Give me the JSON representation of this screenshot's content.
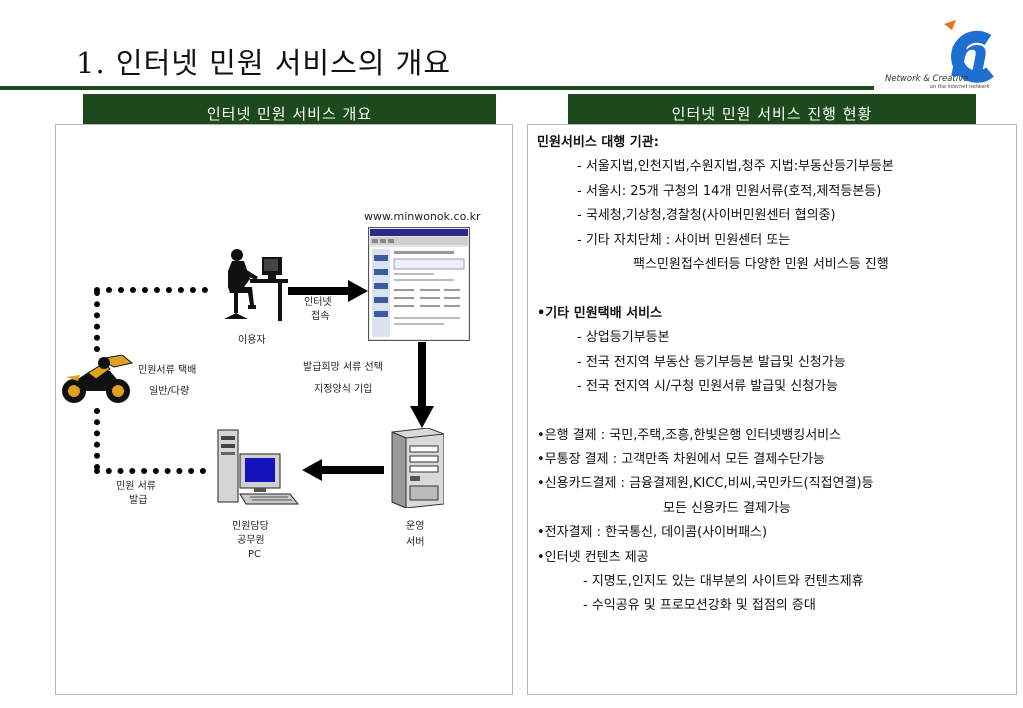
{
  "title": "1. 인터넷  민원 서비스의 개요",
  "logo": {
    "tagline": "Network & Creative",
    "subline": "on the internet network",
    "icon": "nc-logo"
  },
  "left": {
    "header": "인터넷 민원 서비스 개요",
    "url": "www.minwonok.co.kr",
    "labels": {
      "user": "이용자",
      "access_1": "인터넷",
      "access_2": "접속",
      "select_1": "발급희망 서류 선택",
      "select_2": "지정양식 기입",
      "courier_1": "민원서류 택배",
      "courier_2": "일반/다량",
      "issue_1": "민원 서류",
      "issue_2": "발급",
      "pc_1": "민원담당",
      "pc_2": "공무원",
      "pc_3": "PC",
      "server_1": "운영",
      "server_2": "서버"
    },
    "icons": [
      "user-at-computer-icon",
      "webpage-icon",
      "server-icon",
      "workstation-icon",
      "motorcycle-courier-icon"
    ]
  },
  "right": {
    "header": "인터넷 민원 서비스 진행 현황",
    "lines": [
      {
        "text": "민원서비스 대행 기관:",
        "style": "b"
      },
      {
        "text": "- 서울지법,인천지법,수원지법,청주 지법:부동산등기부등본",
        "style": "i1"
      },
      {
        "text": "- 서울시: 25개 구청의 14개 민원서류(호적,제적등본등)",
        "style": "i1"
      },
      {
        "text": "- 국세청,기상청,경찰청(사이버민원센터 협의중)",
        "style": "i1"
      },
      {
        "text": "- 기타 자치단체 : 사이버 민원센터 또는",
        "style": "i1"
      },
      {
        "text": "팩스민원접수센터등 다양한 민원 서비스등 진행",
        "style": "i2"
      },
      {
        "text": "",
        "style": "gap"
      },
      {
        "text": "•기타 민원택배 서비스",
        "style": "b"
      },
      {
        "text": "- 상업등기부등본",
        "style": "i1"
      },
      {
        "text": "- 전국 전지역 부동산 등기부등본 발급및 신청가능",
        "style": "i1"
      },
      {
        "text": "- 전국 전지역 시/구청 민원서류 발급및 신청가능",
        "style": "i1"
      },
      {
        "text": "",
        "style": "gap"
      },
      {
        "text": "•은행 결제     : 국민,주택,조흥,한빛은행 인터넷뱅킹서비스",
        "style": "n"
      },
      {
        "text": "•무통장 결제  : 고객만족 차원에서 모든 결제수단가능",
        "style": "n"
      },
      {
        "text": "•신용카드결제 : 금융결제원,KICC,비씨,국민카드(직접연결)등",
        "style": "n"
      },
      {
        "text": "모든 신용카드 결제가능",
        "style": "i4"
      },
      {
        "text": "•전자결제       : 한국통신, 데이콤(사이버패스)",
        "style": "n"
      },
      {
        "text": "•인터넷 컨텐츠 제공",
        "style": "n"
      },
      {
        "text": "- 지명도,인지도 있는 대부분의 사이트와 컨텐츠제휴",
        "style": "i3"
      },
      {
        "text": "- 수익공유 및 프로모션강화 및 접점의 증대",
        "style": "i3"
      }
    ]
  },
  "colors": {
    "header_bg": "#1d4a1d",
    "logo_blue": "#1f6fd1",
    "logo_orange": "#e8731c"
  }
}
